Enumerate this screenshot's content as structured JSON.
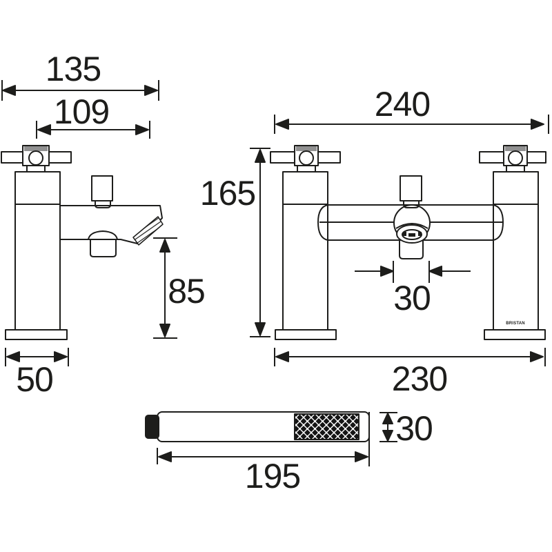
{
  "page": {
    "background_color": "#ffffff",
    "line_color": "#1d1d1b",
    "spray_face_color": "#151515"
  },
  "brand": {
    "logo_text": "BRISTAN"
  },
  "views": {
    "side": {
      "dims": {
        "overall_depth": "135",
        "spout_reach": "109",
        "spout_clearance": "85",
        "base_depth": "50"
      }
    },
    "front": {
      "dims": {
        "overall_width": "240",
        "overall_height": "165",
        "spout_width": "30",
        "base_span": "230"
      }
    },
    "handset": {
      "dims": {
        "length": "195",
        "diameter": "30"
      }
    }
  }
}
